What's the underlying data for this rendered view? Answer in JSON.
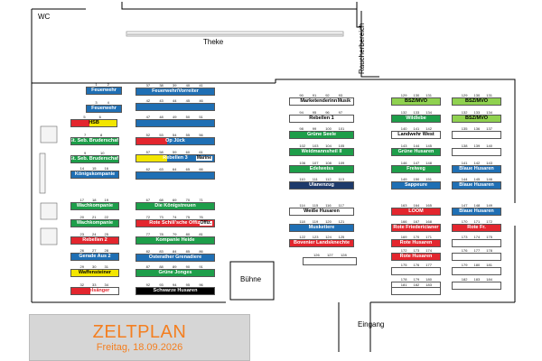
{
  "labels": {
    "wc": "WC",
    "theke": "Theke",
    "bar": "Raucherbereich",
    "stage": "Bühne",
    "entrance": "Eingang"
  },
  "banner": {
    "title": "ZELTPLAN",
    "date": "Freitag, 18.09.2026"
  },
  "colors": {
    "blue": "#1f6fb4",
    "red": "#e3262e",
    "green": "#1e9e4a",
    "yellow": "#f3e600",
    "white": "#ffffff",
    "navy": "#1d3a6b",
    "lightgreen": "#8fd14f",
    "teal": "#49b0c8",
    "black": "#000000"
  },
  "tables": [
    {
      "n": [
        "1",
        "2"
      ],
      "label": "Feuerwehr",
      "color": "blue"
    },
    {
      "n": [
        "3",
        "4"
      ],
      "label": "Feuerwehr",
      "color": "blue"
    },
    {
      "n": [
        "5",
        "6"
      ],
      "label": "HSB",
      "color": "yellow",
      "accent": "red"
    },
    {
      "n": [
        "7",
        "8"
      ],
      "label": "St. Seb. Bruderschaft",
      "color": "green"
    },
    {
      "n": [
        "9",
        "10"
      ],
      "label": "St. Seb. Bruderschaft",
      "color": "green"
    },
    {
      "n": [
        "14",
        "15",
        "16"
      ],
      "label": "Königskompanie",
      "color": "blue"
    },
    {
      "n": [
        "17",
        "18",
        "19"
      ],
      "label": "Wachkompanie",
      "color": "green"
    },
    {
      "n": [
        "20",
        "21",
        "22"
      ],
      "label": "Wachkompanie",
      "color": "green"
    },
    {
      "n": [
        "23",
        "24",
        "25"
      ],
      "label": "Rebellen 2",
      "color": "red"
    },
    {
      "n": [
        "26",
        "27",
        "28"
      ],
      "label": "Gerade Aus 2",
      "color": "blue"
    },
    {
      "n": [
        "29",
        "30",
        "31"
      ],
      "label": "Waffensteiner",
      "color": "yellow"
    },
    {
      "n": [
        "32",
        "33",
        "34"
      ],
      "label": "Vogelsänger",
      "color": "white",
      "accent": "red"
    },
    {
      "n": [
        "37",
        "38",
        "39",
        "40",
        "41"
      ],
      "label": "Feuerwehr/Vorreiter",
      "color": "blue"
    },
    {
      "n": [
        "42",
        "43",
        "44",
        "45",
        "46"
      ],
      "label": "",
      "color": "blue"
    },
    {
      "n": [
        "47",
        "48",
        "49",
        "50",
        "51"
      ],
      "label": "",
      "color": "blue"
    },
    {
      "n": [
        "52",
        "53",
        "54",
        "55",
        "56"
      ],
      "label": "Op Jück",
      "color": "blue",
      "accent": "red"
    },
    {
      "n": [
        "57",
        "58",
        "59",
        "60",
        "61"
      ],
      "label": "Rebellen 3",
      "color": "blue",
      "accent": "yellow",
      "right": "Marine"
    },
    {
      "n": [
        "62",
        "63",
        "64",
        "65",
        "66"
      ],
      "label": "",
      "color": "blue"
    },
    {
      "n": [
        "67",
        "68",
        "69",
        "70",
        "71"
      ],
      "label": "Die Königstreuen",
      "color": "green"
    },
    {
      "n": [
        "72",
        "73",
        "74",
        "75",
        "76"
      ],
      "label": "Rote Schill'sche Offiz.",
      "color": "red",
      "right": "Offiz."
    },
    {
      "n": [
        "77",
        "78",
        "79",
        "80",
        "81"
      ],
      "label": "Kompanie Heide",
      "color": "green"
    },
    {
      "n": [
        "82",
        "83",
        "84",
        "85",
        "86"
      ],
      "label": "Osterather Grenadiere",
      "color": "blue"
    },
    {
      "n": [
        "87",
        "88",
        "89",
        "90",
        "91"
      ],
      "label": "Grüne Jonges",
      "color": "green"
    },
    {
      "n": [
        "92",
        "93",
        "94",
        "95",
        "96"
      ],
      "label": "Schwarze Husaren",
      "color": "black"
    },
    {
      "n": [
        "90",
        "91",
        "92",
        "93"
      ],
      "label": "Marketenderinnen",
      "color": "white",
      "right": "Musik"
    },
    {
      "n": [
        "94",
        "95",
        "96",
        "97"
      ],
      "label": "Rebellen 1",
      "color": "white"
    },
    {
      "n": [
        "98",
        "99",
        "100",
        "101"
      ],
      "label": "Grüne Seele",
      "color": "green"
    },
    {
      "n": [
        "102",
        "103",
        "104",
        "105"
      ],
      "label": "Weidmannsheil II",
      "color": "green"
    },
    {
      "n": [
        "106",
        "107",
        "108",
        "109"
      ],
      "label": "Edelweiss",
      "color": "green"
    },
    {
      "n": [
        "110",
        "111",
        "112",
        "113"
      ],
      "label": "Ulanenzug",
      "color": "navy"
    },
    {
      "n": [
        "114",
        "115",
        "116",
        "117"
      ],
      "label": "Weiße Husaren",
      "color": "white"
    },
    {
      "n": [
        "118",
        "119",
        "120",
        "121"
      ],
      "label": "Musketiere",
      "color": "blue"
    },
    {
      "n": [
        "122",
        "123",
        "124",
        "125"
      ],
      "label": "Bovenier Landsknechte",
      "color": "red"
    },
    {
      "n": [
        "126",
        "127",
        "128"
      ],
      "label": "",
      "color": "white"
    },
    {
      "n": [
        "129",
        "130",
        "131"
      ],
      "label": "BSZ/MVO",
      "color": "lightgreen"
    },
    {
      "n": [
        "132",
        "133",
        "134"
      ],
      "label": "Wildlebe",
      "color": "green"
    },
    {
      "n": [
        "140",
        "141",
        "142"
      ],
      "label": "Landwehr West",
      "color": "white"
    },
    {
      "n": [
        "143",
        "144",
        "145"
      ],
      "label": "Grüne Husaren",
      "color": "green"
    },
    {
      "n": [
        "146",
        "147",
        "148"
      ],
      "label": "Freiweg",
      "color": "green"
    },
    {
      "n": [
        "149",
        "150",
        "151"
      ],
      "label": "Sappeure",
      "color": "blue"
    },
    {
      "n": [
        "163",
        "164",
        "165"
      ],
      "label": "LOOM",
      "color": "red"
    },
    {
      "n": [
        "166",
        "167",
        "168"
      ],
      "label": "Rote Friedericianer",
      "color": "red"
    },
    {
      "n": [
        "169",
        "170",
        "171"
      ],
      "label": "Rote Husaren",
      "color": "red"
    },
    {
      "n": [
        "172",
        "173",
        "174"
      ],
      "label": "Rote Husaren",
      "color": "red"
    },
    {
      "n": [
        "175",
        "176",
        "177"
      ],
      "label": "",
      "color": "white"
    },
    {
      "n": [
        "178",
        "179",
        "180"
      ],
      "label": "",
      "color": "white"
    },
    {
      "n": [
        "181",
        "182",
        "183"
      ],
      "label": "",
      "color": "white"
    },
    {
      "n": [
        "129",
        "130",
        "131"
      ],
      "label": "BSZ/MVO",
      "color": "lightgreen"
    },
    {
      "n": [
        "132",
        "133",
        "134"
      ],
      "label": "BSZ/MVO",
      "color": "lightgreen"
    },
    {
      "n": [
        "135",
        "136",
        "137"
      ],
      "label": "",
      "color": "white"
    },
    {
      "n": [
        "138",
        "139",
        "140"
      ],
      "label": "",
      "color": "white"
    },
    {
      "n": [
        "141",
        "142",
        "143"
      ],
      "label": "Blaue Husaren",
      "color": "blue"
    },
    {
      "n": [
        "144",
        "145",
        "146"
      ],
      "label": "Blaue Husaren",
      "color": "blue"
    },
    {
      "n": [
        "147",
        "148",
        "149"
      ],
      "label": "Blaue Husaren",
      "color": "blue"
    },
    {
      "n": [
        "170",
        "171",
        "172"
      ],
      "label": "Rote Fr.",
      "color": "red"
    },
    {
      "n": [
        "173",
        "174",
        "175"
      ],
      "label": "",
      "color": "white"
    },
    {
      "n": [
        "176",
        "177",
        "178"
      ],
      "label": "",
      "color": "white"
    },
    {
      "n": [
        "179",
        "180",
        "181"
      ],
      "label": "",
      "color": "white"
    },
    {
      "n": [
        "182",
        "183",
        "184"
      ],
      "label": "",
      "color": "white"
    }
  ]
}
